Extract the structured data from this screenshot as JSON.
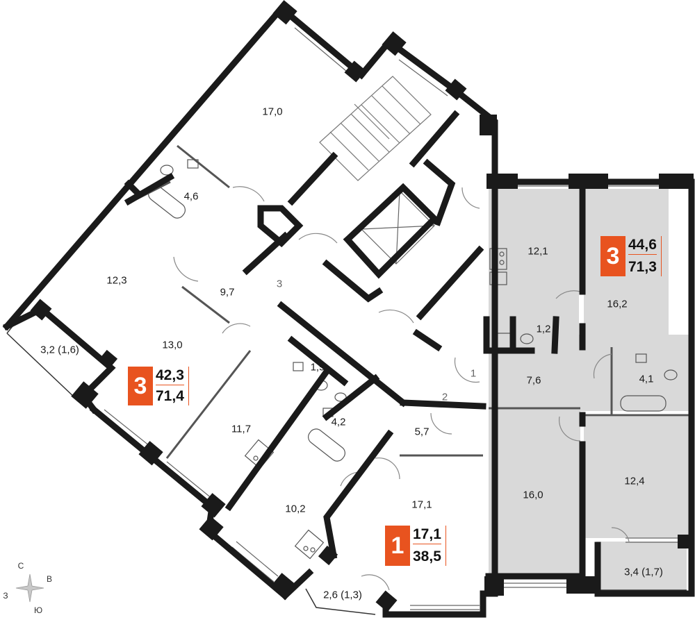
{
  "rooms": {
    "r_17_0": "17,0",
    "r_4_6": "4,6",
    "r_12_3": "12,3",
    "r_9_7": "9,7",
    "r_13_0": "13,0",
    "r_3_2": "3,2 (1,6)",
    "r_1_5": "1,5",
    "r_11_7": "11,7",
    "r_4_2": "4,2",
    "r_5_7": "5,7",
    "r_10_2": "10,2",
    "r_17_1": "17,1",
    "r_2_6": "2,6 (1,3)",
    "r_12_1": "12,1",
    "r_16_2": "16,2",
    "r_1_2": "1,2",
    "r_7_6": "7,6",
    "r_4_1": "4,1",
    "r_16_0": "16,0",
    "r_12_4": "12,4",
    "r_3_4": "3,4 (1,7)"
  },
  "apartment_numbers": {
    "n1": "1",
    "n2": "2",
    "n3": "3"
  },
  "apartments": [
    {
      "rooms": "3",
      "living": "42,3",
      "total": "71,4"
    },
    {
      "rooms": "3",
      "living": "44,6",
      "total": "71,3"
    },
    {
      "rooms": "1",
      "living": "17,1",
      "total": "38,5"
    }
  ],
  "compass": {
    "north": "С",
    "east": "В",
    "south": "Ю",
    "west": "З"
  },
  "colors": {
    "accent": "#e8531f",
    "wall": "#1a1a1a",
    "highlight": "#d9d9d9"
  }
}
